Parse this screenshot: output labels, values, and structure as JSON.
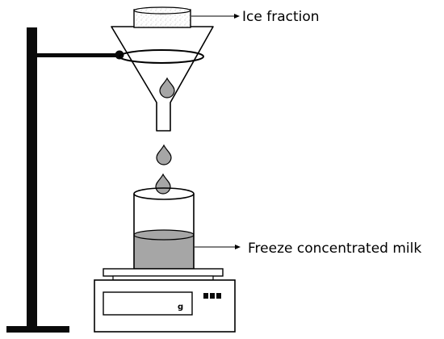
{
  "labels": {
    "ice_fraction": "Ice fraction",
    "milk": "Freeze concentrated milk"
  },
  "scale": {
    "unit": "g"
  },
  "colors": {
    "line": "#000000",
    "stand": "#0a0a0a",
    "liquid": "#a6a6a6",
    "drop": "#a6a6a6",
    "ice_texture": "#e2e2e2",
    "background": "#ffffff"
  }
}
